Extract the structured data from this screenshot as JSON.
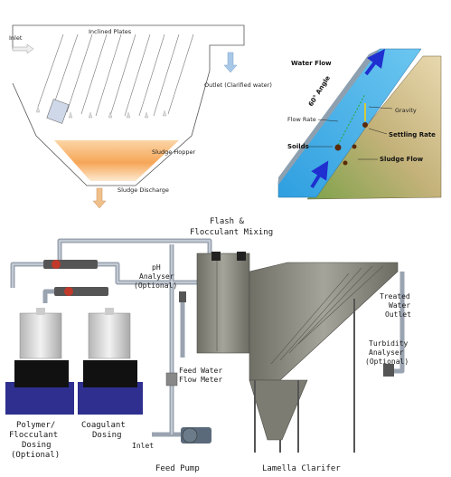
{
  "top_diagram": {
    "inlet": "Inlet",
    "inclined_plates": "Inclined Plates",
    "outlet": "Outlet (Clarified water)",
    "sludge_hopper": "Sludge Hopper",
    "sludge_discharge": "Sludge Discharge"
  },
  "plate_detail": {
    "water_flow": "Water Flow",
    "angle": "60° Angle",
    "gravity": "Gravity",
    "flow_rate": "Flow Rate",
    "settling_rate": "Settling Rate",
    "solids": "Soilds",
    "sludge_flow": "Sludge Flow"
  },
  "system": {
    "flash_mixing": [
      "Flash &",
      "Flocculant Mixing"
    ],
    "ph_analyser": [
      "pH",
      "Analyser",
      "(Optional)"
    ],
    "feed_water_meter": [
      "Feed Water",
      "Flow Meter"
    ],
    "inlet": "Inlet",
    "feed_pump": "Feed Pump",
    "lamella_clarifier": "Lamella Clarifer",
    "treated_water": [
      "Treated",
      "Water",
      "Outlet"
    ],
    "turbidity_analyser": [
      "Turbidity",
      "Analyser",
      "(Optional)"
    ],
    "polymer_dosing": [
      "Polymer/",
      "Flocculant",
      "Dosing",
      "(Optional)"
    ],
    "coagulant_dosing": [
      "Coagulant",
      "Dosing"
    ]
  },
  "colors": {
    "pipe": "#9aa3b0",
    "tank_blue": "#2e2f8e",
    "clarifier": "#8a8a80",
    "plate_water": "#3aa9e0",
    "plate_band": "#c9b37a",
    "sludge": "#f5a95a"
  }
}
